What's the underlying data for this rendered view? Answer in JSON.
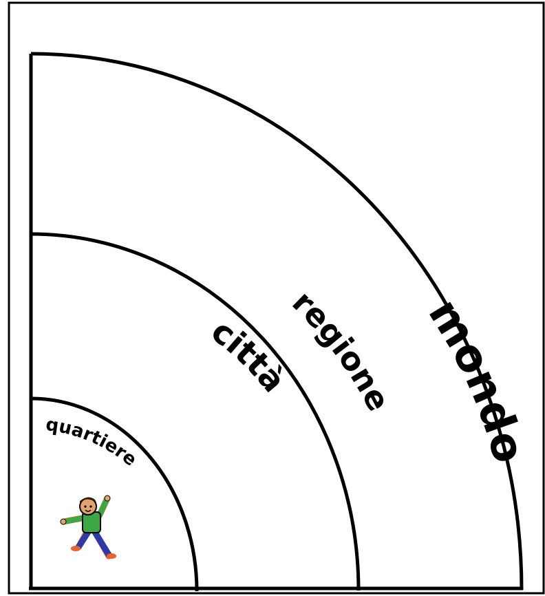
{
  "diagram": {
    "type": "concentric-quarter-circles",
    "origin_corner": "bottom-left",
    "colors": {
      "background": "#ffffff",
      "lines": "#000000",
      "figure_shirt": "#3aa845",
      "figure_pants": "#2b3aa8",
      "figure_skin": "#e3a36a",
      "figure_outline": "#e8622a"
    },
    "rings": [
      {
        "id": "quartiere",
        "label": "quartiere"
      },
      {
        "id": "citta",
        "label": "città"
      },
      {
        "id": "regione",
        "label": "regione"
      },
      {
        "id": "mondo",
        "label": "mondo"
      }
    ],
    "figure_icon": "running-child-icon"
  }
}
